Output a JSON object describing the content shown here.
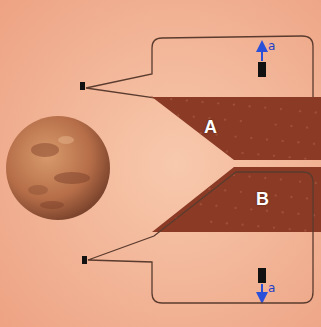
{
  "diagram": {
    "nodes": [
      {
        "text": [
          "a"
        ]
      },
      {
        "text": [
          "A"
        ]
      },
      {
        "text": [
          "B"
        ]
      },
      {
        "text": [
          "a"
        ]
      }
    ]
  }
}
